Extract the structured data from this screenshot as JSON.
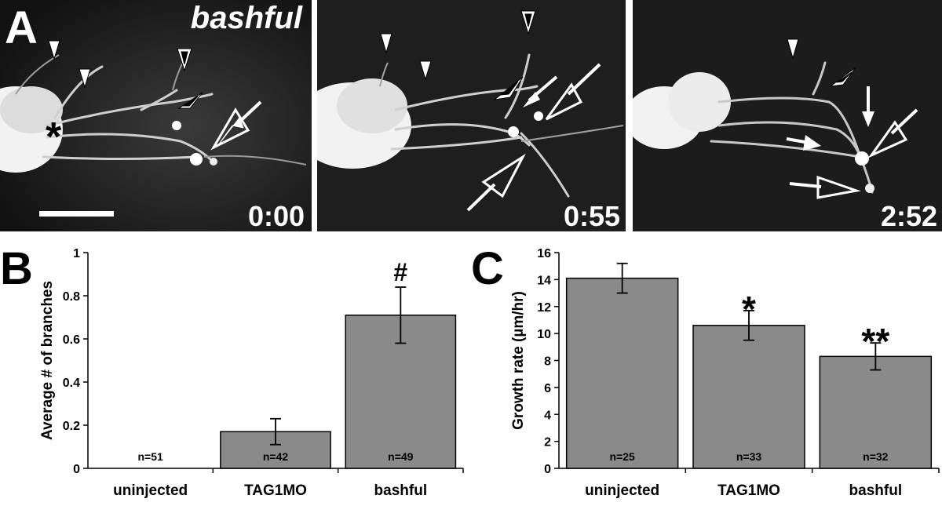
{
  "panel_a": {
    "letter": "A",
    "label": "bashful",
    "timestamps": [
      "0:00",
      "0:55",
      "2:52"
    ]
  },
  "chart_data": [
    {
      "id": "B",
      "type": "bar",
      "panel_letter": "B",
      "categories": [
        "uninjected",
        "TAG1MO",
        "bashful"
      ],
      "values": [
        0,
        0.17,
        0.71
      ],
      "errors": [
        0,
        0.06,
        0.13
      ],
      "n_labels": [
        "n=51",
        "n=42",
        "n=49"
      ],
      "significance": [
        "",
        "",
        "#"
      ],
      "ylabel": "Average # of branches",
      "ylim": [
        0,
        1
      ],
      "yticks": [
        0,
        0.2,
        0.4,
        0.6,
        0.8,
        1
      ],
      "ytick_labels": [
        "0",
        "0.2",
        "0.4",
        "0.6",
        "0.8",
        "1"
      ],
      "bar_color": "#8a8a8a"
    },
    {
      "id": "C",
      "type": "bar",
      "panel_letter": "C",
      "categories": [
        "uninjected",
        "TAG1MO",
        "bashful"
      ],
      "values": [
        14.1,
        10.6,
        8.3
      ],
      "errors": [
        1.1,
        1.1,
        1.0
      ],
      "n_labels": [
        "n=25",
        "n=33",
        "n=32"
      ],
      "significance": [
        "",
        "*",
        "**"
      ],
      "ylabel": "Growth rate (µm/hr)",
      "ylim": [
        0,
        16
      ],
      "yticks": [
        0,
        2,
        4,
        6,
        8,
        10,
        12,
        14,
        16
      ],
      "ytick_labels": [
        "0",
        "2",
        "4",
        "6",
        "8",
        "10",
        "12",
        "14",
        "16"
      ],
      "bar_color": "#8a8a8a"
    }
  ]
}
